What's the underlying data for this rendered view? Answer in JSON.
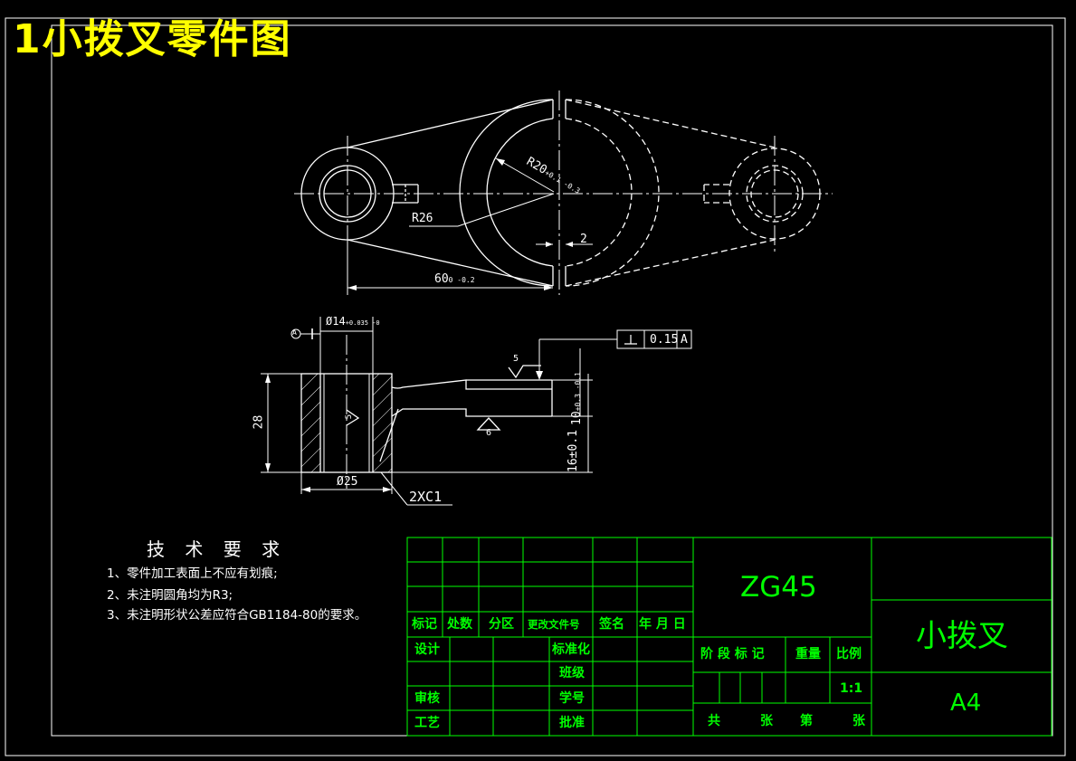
{
  "title": "1小拨叉零件图",
  "tech_req": {
    "title": "技 术 要 求",
    "items": [
      "1、零件加工表面上不应有划痕;",
      "2、未注明圆角均为R3;",
      "3、未注明形状公差应符合GB1184-80的要求。"
    ]
  },
  "dimensions": {
    "r20": "R20",
    "r20_tol": "+0.1 -0.3",
    "r26": "R26",
    "gap": "2",
    "len60": "60",
    "len60_tol": "0 -0.2",
    "dia14": "Ø14",
    "dia14_tol": "+0.035 -0",
    "datum": "A",
    "tol_frame_value": "0.15",
    "tol_frame_datum": "A",
    "rough_top": "5",
    "rough_bottom": "6",
    "rough_bore": "5",
    "h28": "28",
    "h10": "10",
    "h10_tol": "+0.3 -0.1",
    "h16": "16±0.1",
    "dia25": "Ø25",
    "chamfer": "2XC1"
  },
  "title_block": {
    "material": "ZG45",
    "part_name": "小拨叉",
    "sheet_size": "A4",
    "revision_header": [
      "标记",
      "处数",
      "分区",
      "更改文件号",
      "签名",
      "年 月 日"
    ],
    "design": "设计",
    "standardize": "标准化",
    "class": "班级",
    "review": "审核",
    "student_no": "学号",
    "process": "工艺",
    "approve": "批准",
    "stage_mark": "阶 段 标 记",
    "weight": "重量",
    "scale_label": "比例",
    "scale_value": "1:1",
    "total": "共",
    "sheets": "张",
    "number": "第",
    "sheet": "张"
  },
  "colors": {
    "background": "#000000",
    "lines": "#ffffff",
    "title_block": "#00ff00",
    "title": "#ffff00"
  }
}
